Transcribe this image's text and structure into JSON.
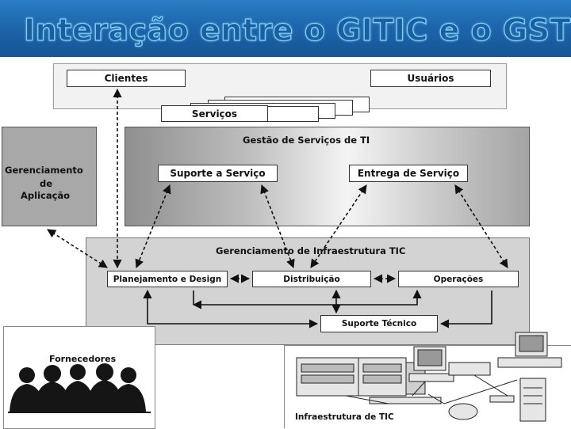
{
  "slide": {
    "title": "Interação entre o GITIC e o GSTI"
  },
  "diagram": {
    "clientes": "Clientes",
    "usuarios": "Usuários",
    "servicos": "Serviços",
    "gsti_title": "Gestão de Serviços de TI",
    "suporte_servico": "Suporte a Serviço",
    "entrega_servico": "Entrega de Serviço",
    "gerenciamento_aplicacao_line1": "Gerenciamento",
    "gerenciamento_aplicacao_line2": "de",
    "gerenciamento_aplicacao_line3": "Aplicação",
    "gitic_title": "Gerenciamento de Infraestrutura TIC",
    "planejamento": "Planejamento e Design",
    "distribuicao": "Distribuição",
    "operacoes": "Operações",
    "suporte_tecnico": "Suporte Técnico",
    "fornecedores": "Fornecedores",
    "infraestrutura": "Infraestrutura de TIC"
  },
  "colors": {
    "title_band": "#1d66ad",
    "title_text": "#1b5f9e",
    "title_outline": "#7fd0ff"
  },
  "icons": [
    "people-silhouettes-icon",
    "computer-equipment-icon"
  ]
}
